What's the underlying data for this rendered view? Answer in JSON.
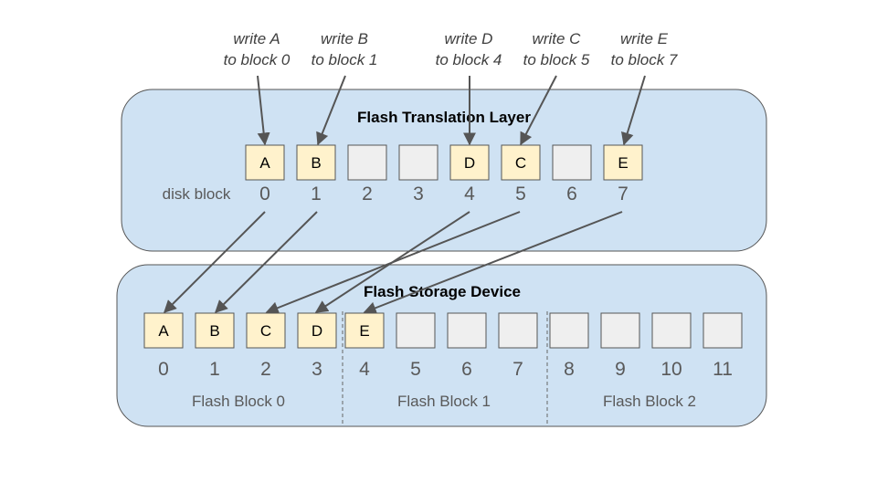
{
  "colors": {
    "layer_fill": "#cfe2f3",
    "layer_stroke": "#555555",
    "cell_filled": "#fff2cc",
    "cell_empty": "#efefef",
    "arrow": "#555555"
  },
  "annotations": [
    {
      "line1": "write A",
      "line2": "to block 0"
    },
    {
      "line1": "write B",
      "line2": "to block 1"
    },
    {
      "line1": "write D",
      "line2": "to block 4"
    },
    {
      "line1": "write C",
      "line2": "to block 5"
    },
    {
      "line1": "write E",
      "line2": "to block 7"
    }
  ],
  "ftl": {
    "title": "Flash Translation Layer",
    "row_label": "disk block",
    "cells": [
      {
        "letter": "A",
        "number": "0"
      },
      {
        "letter": "B",
        "number": "1"
      },
      {
        "letter": "",
        "number": "2"
      },
      {
        "letter": "",
        "number": "3"
      },
      {
        "letter": "D",
        "number": "4"
      },
      {
        "letter": "C",
        "number": "5"
      },
      {
        "letter": "",
        "number": "6"
      },
      {
        "letter": "E",
        "number": "7"
      }
    ]
  },
  "device": {
    "title": "Flash Storage Device",
    "cells": [
      {
        "letter": "A",
        "number": "0"
      },
      {
        "letter": "B",
        "number": "1"
      },
      {
        "letter": "C",
        "number": "2"
      },
      {
        "letter": "D",
        "number": "3"
      },
      {
        "letter": "E",
        "number": "4"
      },
      {
        "letter": "",
        "number": "5"
      },
      {
        "letter": "",
        "number": "6"
      },
      {
        "letter": "",
        "number": "7"
      },
      {
        "letter": "",
        "number": "8"
      },
      {
        "letter": "",
        "number": "9"
      },
      {
        "letter": "",
        "number": "10"
      },
      {
        "letter": "",
        "number": "11"
      }
    ],
    "blocks": [
      "Flash Block 0",
      "Flash Block 1",
      "Flash Block 2"
    ]
  }
}
